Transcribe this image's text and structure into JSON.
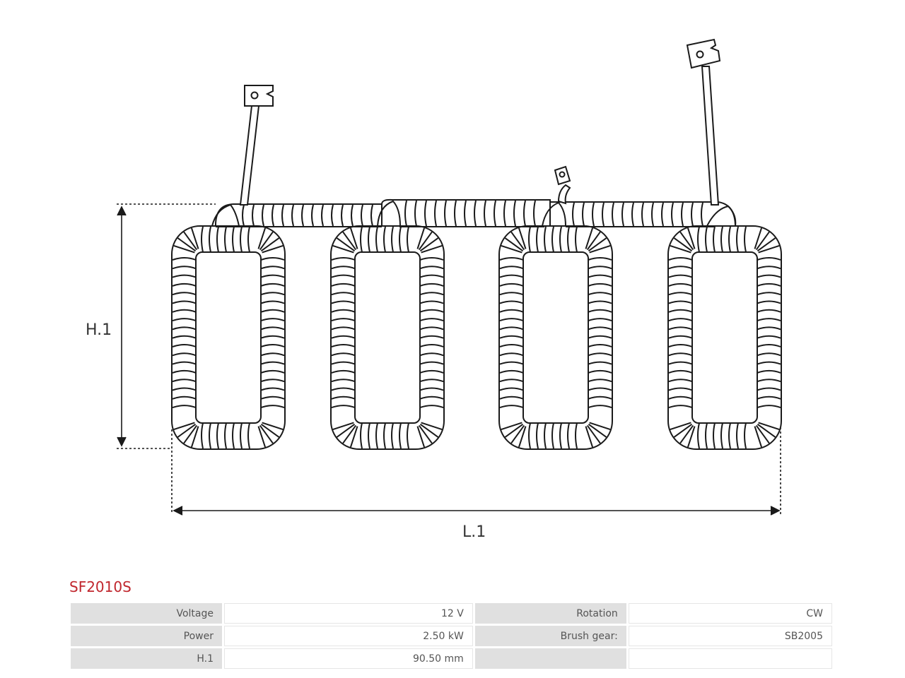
{
  "drawing": {
    "height_label": "H.1",
    "length_label": "L.1"
  },
  "product": {
    "code": "SF2010S"
  },
  "specs": [
    {
      "label_left": "Voltage",
      "value_left": "12 V",
      "label_right": "Rotation",
      "value_right": "CW"
    },
    {
      "label_left": "Power",
      "value_left": "2.50 kW",
      "label_right": "Brush gear:",
      "value_right": "SB2005"
    },
    {
      "label_left": "H.1",
      "value_left": "90.50 mm",
      "label_right": "",
      "value_right": ""
    }
  ],
  "colors": {
    "title": "#c0262d",
    "label_cell_bg": "#e0e0e0",
    "line": "#1a1a1a"
  }
}
